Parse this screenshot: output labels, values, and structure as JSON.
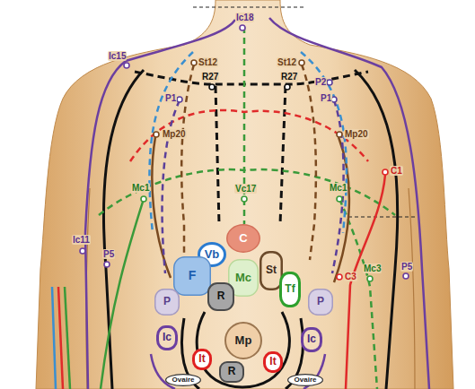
{
  "diagram": {
    "nodes": [
      {
        "text": [
          "C"
        ]
      },
      {
        "text": [
          "Vb"
        ]
      },
      {
        "text": [
          "F"
        ]
      },
      {
        "text": [
          "Mc"
        ]
      },
      {
        "text": [
          "St"
        ]
      },
      {
        "text": [
          "Tf"
        ]
      },
      {
        "text": [
          "P"
        ]
      },
      {
        "text": [
          "P"
        ]
      },
      {
        "text": [
          "R"
        ]
      },
      {
        "text": [
          "Mp"
        ]
      },
      {
        "text": [
          "Ic"
        ]
      },
      {
        "text": [
          "Ic"
        ]
      },
      {
        "text": [
          "It"
        ]
      },
      {
        "text": [
          "It"
        ]
      },
      {
        "text": [
          "R"
        ]
      },
      {
        "text": [
          "Ovaire"
        ]
      },
      {
        "text": [
          "Ovaire"
        ]
      }
    ],
    "labels": [
      "Ic18",
      "Ic15",
      "St12",
      "St12",
      "R27",
      "R27",
      "P2",
      "P1",
      "P1",
      "Mp20",
      "Mp20",
      "C1",
      "Mc1",
      "Vc17",
      "Mc1",
      "Ic11",
      "P5",
      "Mc3",
      "C3",
      "P5"
    ]
  }
}
